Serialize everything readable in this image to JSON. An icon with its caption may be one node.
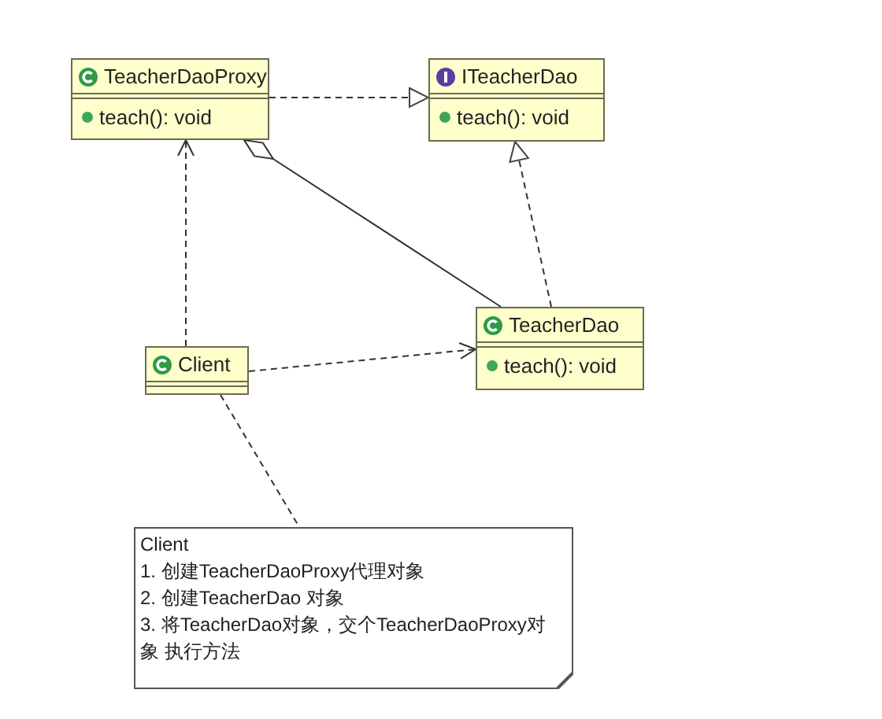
{
  "diagram": {
    "nodes": [
      {
        "text": [
          "TeacherDaoProxy",
          "teach(): void"
        ]
      },
      {
        "text": [
          "ITeacherDao",
          "teach(): void"
        ]
      },
      {
        "text": [
          "TeacherDao",
          "teach(): void"
        ]
      },
      {
        "text": [
          "Client"
        ]
      },
      {
        "text": [
          "Client",
          "1. 创建TeacherDaoProxy代理对象",
          "2. 创建TeacherDao 对象",
          "3. 将TeacherDao对象，交个TeacherDaoProxy对象 执行方法"
        ]
      }
    ],
    "edges": [
      {
        "from": 0,
        "to": 1,
        "arrow": "to",
        "style": "dashed"
      },
      {
        "from": 2,
        "to": 1,
        "arrow": "to",
        "style": "dashed"
      },
      {
        "from": 3,
        "to": 0,
        "arrow": "to",
        "style": "dashed"
      },
      {
        "from": 3,
        "to": 2,
        "arrow": "to",
        "style": "dashed"
      },
      {
        "from": 0,
        "to": 2,
        "arrow": "other"
      },
      {
        "from": 3,
        "to": 4,
        "arrow": "none",
        "style": "dashed"
      }
    ]
  }
}
